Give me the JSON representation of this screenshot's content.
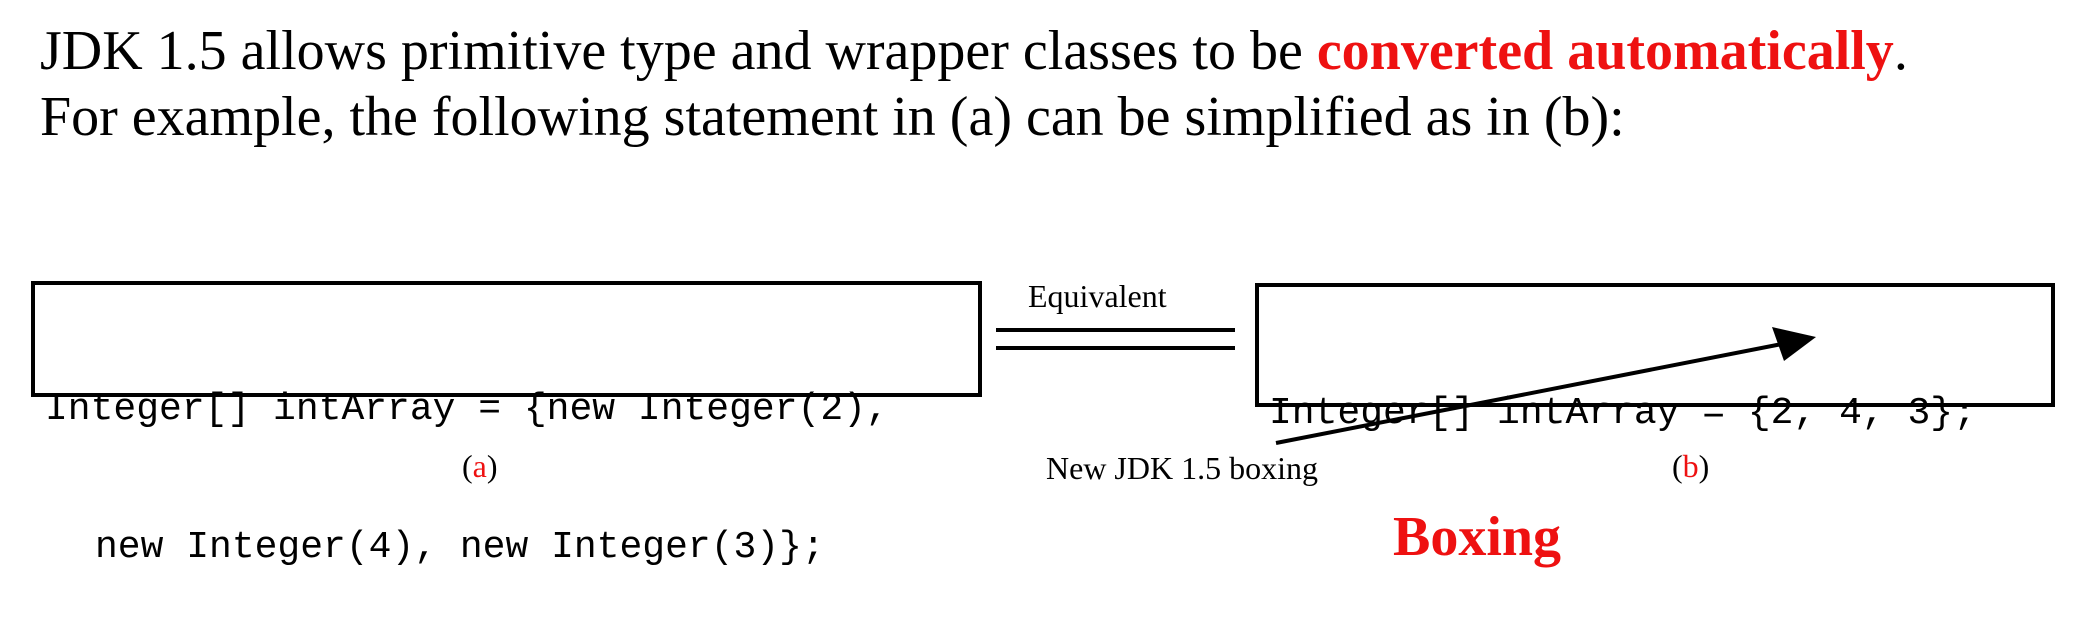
{
  "intro": {
    "line1_before": "JDK 1.5 allows primitive type and wrapper classes to be ",
    "line1_highlight": "converted automatically",
    "line1_after": ".",
    "line2": "For example, the following statement in (a) can be simplified as in (b):"
  },
  "box_a": {
    "line1": "Integer[] intArray = {new Integer(2),",
    "line2": "new Integer(4), new Integer(3)};"
  },
  "box_b": {
    "line1": "Integer[] intArray = {2, 4, 3};"
  },
  "equivalent_label": "Equivalent",
  "label_a": {
    "open": "(",
    "letter": "a",
    "close": ")"
  },
  "label_b": {
    "open": "(",
    "letter": "b",
    "close": ")"
  },
  "boxing_note": "New JDK 1.5 boxing",
  "boxing_title": "Boxing",
  "colors": {
    "highlight": "#ee1111",
    "text": "#000000",
    "background": "#ffffff"
  }
}
